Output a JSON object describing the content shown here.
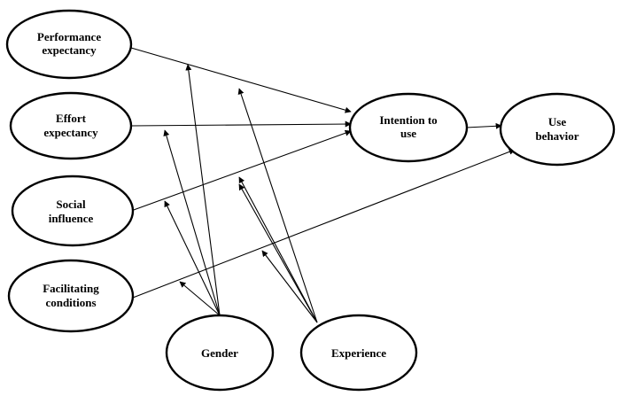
{
  "nodes": {
    "performance_expectancy": {
      "lines": [
        "Performance",
        "expectancy"
      ]
    },
    "effort_expectancy": {
      "lines": [
        "Effort",
        "expectancy"
      ]
    },
    "social_influence": {
      "lines": [
        "Social",
        "influence"
      ]
    },
    "facilitating_conditions": {
      "lines": [
        "Facilitating",
        "conditions"
      ]
    },
    "intention_to_use": {
      "lines": [
        "Intention to",
        "use"
      ]
    },
    "use_behavior": {
      "lines": [
        "Use",
        "behavior"
      ]
    },
    "gender": {
      "lines": [
        "Gender"
      ]
    },
    "experience": {
      "lines": [
        "Experience"
      ]
    }
  }
}
